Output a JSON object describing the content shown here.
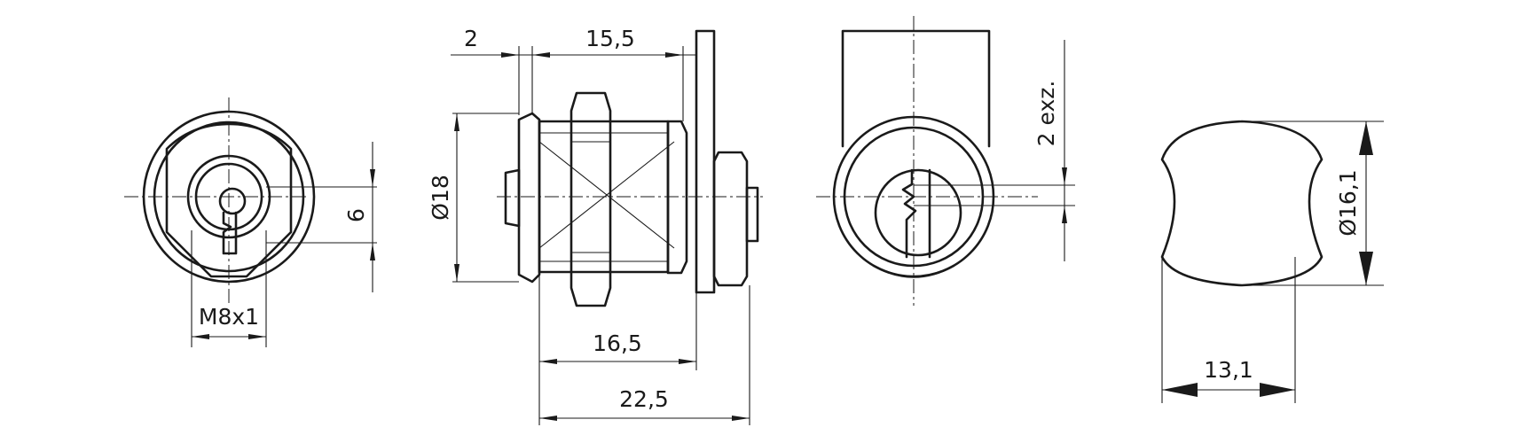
{
  "dimensions": {
    "front_thread": "M8x1",
    "front_offset": "6",
    "side_flange": "2",
    "side_top_length": "15,5",
    "side_diameter": "Ø18",
    "side_body_length": "16,5",
    "side_total_length": "22,5",
    "rear_eccentric": "2 exz.",
    "cam_diameter": "Ø16,1",
    "cam_width": "13,1"
  }
}
